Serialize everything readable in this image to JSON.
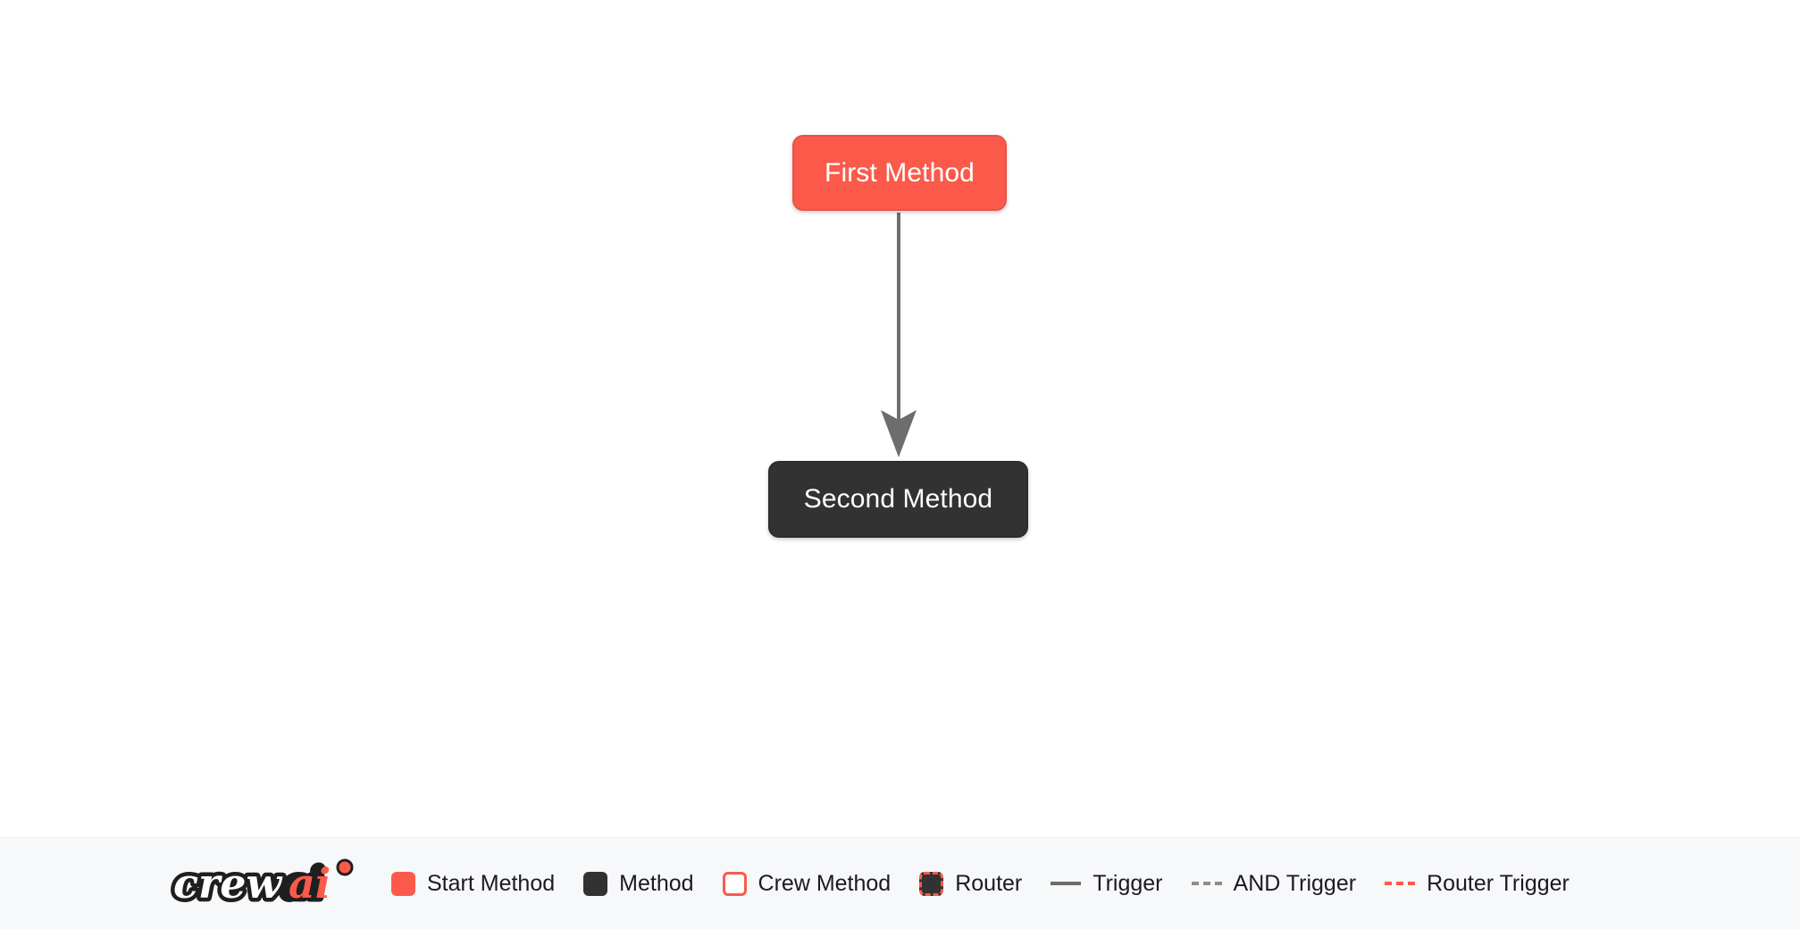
{
  "canvas": {
    "background": "#ffffff",
    "nodes": [
      {
        "id": "first-method",
        "label": "First Method",
        "kind": "start-method",
        "fill": "#fb5a4b",
        "text_color": "#ffffff"
      },
      {
        "id": "second-method",
        "label": "Second Method",
        "kind": "method",
        "fill": "#323232",
        "text_color": "#ffffff"
      }
    ],
    "edges": [
      {
        "id": "first-to-second",
        "from": "first-method",
        "to": "second-method",
        "kind": "trigger",
        "style": "solid",
        "color": "#6d6d6d",
        "arrowhead": "concave-triangle"
      }
    ]
  },
  "legend": {
    "background": "#f7f8fa",
    "logo": {
      "name": "crewai-logo",
      "text_primary": "crew",
      "text_accent": "ai",
      "primary_color": "#ffffff",
      "accent_color": "#fb5a4b",
      "outline_color": "#1f1f1f"
    },
    "items": [
      {
        "name": "start-method",
        "label": "Start Method",
        "swatch": "square-filled",
        "color": "#fb5a4b"
      },
      {
        "name": "method",
        "label": "Method",
        "swatch": "square-filled",
        "color": "#323232"
      },
      {
        "name": "crew-method",
        "label": "Crew Method",
        "swatch": "square-outline",
        "color": "#fb5a4b"
      },
      {
        "name": "router",
        "label": "Router",
        "swatch": "square-dashed",
        "color": "#fb5a4b"
      },
      {
        "name": "trigger",
        "label": "Trigger",
        "swatch": "line-solid",
        "color": "#6d6d6d"
      },
      {
        "name": "and-trigger",
        "label": "AND Trigger",
        "swatch": "line-dashed",
        "color": "#8d8d8d"
      },
      {
        "name": "router-trigger",
        "label": "Router Trigger",
        "swatch": "line-dashed",
        "color": "#fb5a4b"
      }
    ]
  }
}
